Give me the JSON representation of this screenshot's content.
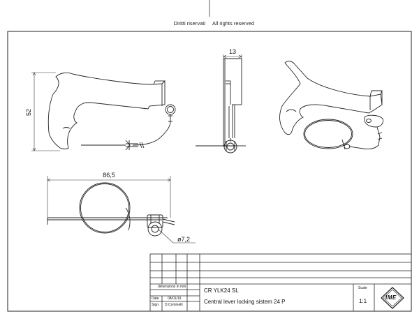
{
  "header": {
    "rights_it": "Diritti riservati",
    "rights_en": "All rights reserved"
  },
  "dimensions": {
    "height": "52",
    "width_front": "86,5",
    "depth_side": "13",
    "diameter": "ø7,2"
  },
  "title_block": {
    "dimensions_note": "dimensions in mm",
    "date_label": "Date",
    "date_value": "08/01/19",
    "sign_label": "Sign.",
    "sign_value": "D.Cominelli",
    "code": "CR YLK24 SL",
    "description": "Central lever locking sistem 24 P",
    "scale_label": "Scale",
    "scale_value": "1:1",
    "logo_text": "IME"
  }
}
